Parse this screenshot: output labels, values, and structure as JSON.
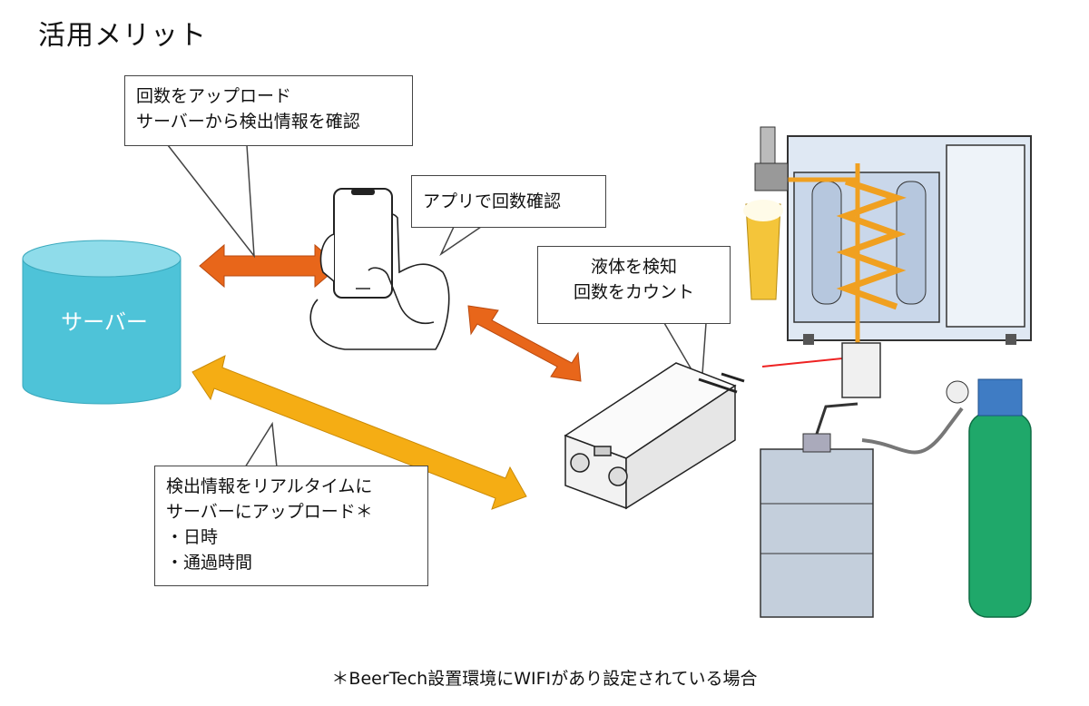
{
  "title": "活用メリット",
  "server": {
    "label": "サーバー"
  },
  "callouts": {
    "upload": {
      "line1": "回数をアップロード",
      "line2": "サーバーから検出情報を確認"
    },
    "app": {
      "text": "アプリで回数確認"
    },
    "detect": {
      "line1": "液体を検知",
      "line2": "回数をカウント"
    },
    "realtime": {
      "line1": "検出情報をリアルタイムに",
      "line2": "サーバーにアップロード＊",
      "item1": "・日時",
      "item2": "・通過時間"
    }
  },
  "footnote": "＊BeerTech設置環境にWIFIがあり設定されている場合",
  "colors": {
    "server": "#4ec3d8",
    "server_top": "#8fdcea",
    "arrow_orange": "#e8661a",
    "arrow_yellow": "#f5ad14",
    "coil": "#f0a020",
    "cylinder": "#1fa86a"
  }
}
